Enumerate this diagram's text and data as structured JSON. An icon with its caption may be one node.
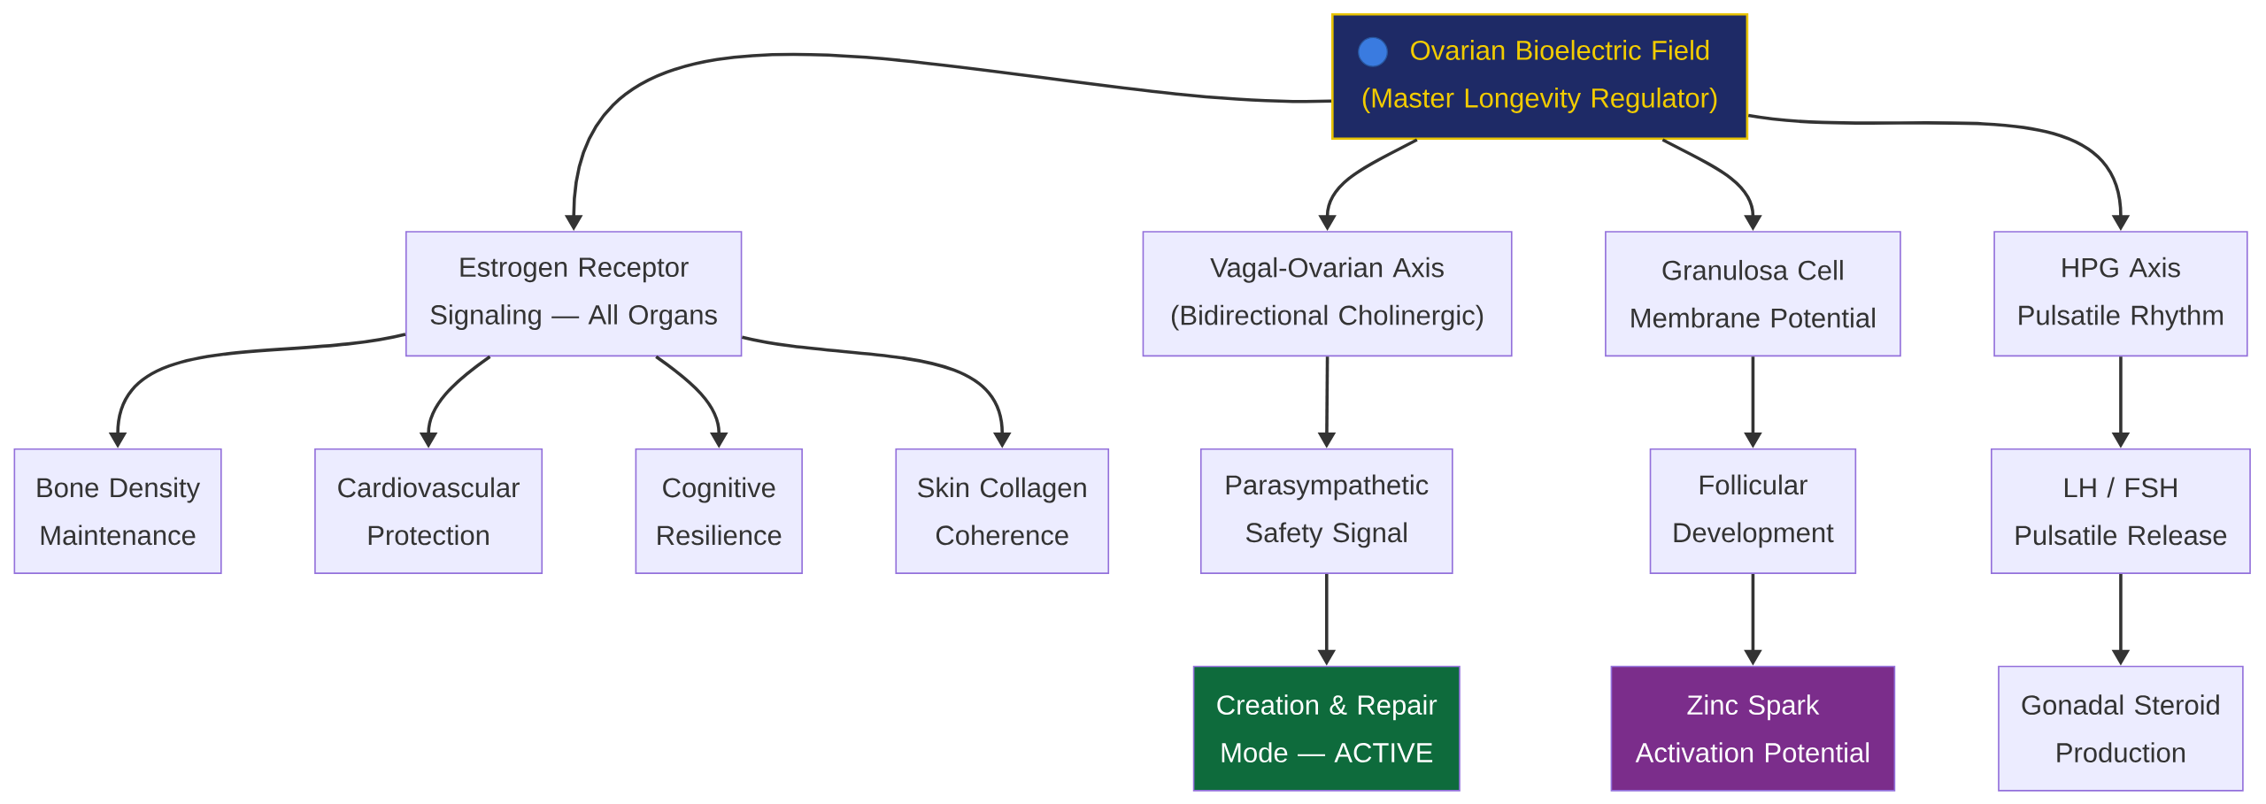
{
  "diagram": {
    "nodes": [
      {
        "text": [
          "Ovarian Bioelectric Field (Master Longevity Regulator)"
        ]
      },
      {
        "text": [
          "Estrogen Receptor Signaling — All Organs"
        ]
      },
      {
        "text": [
          "Vagal-Ovarian Axis (Bidirectional Cholinergic)"
        ]
      },
      {
        "text": [
          "Granulosa Cell Membrane Potential"
        ]
      },
      {
        "text": [
          "HPG Axis Pulsatile Rhythm"
        ]
      },
      {
        "text": [
          "Bone Density Maintenance"
        ]
      },
      {
        "text": [
          "Cardiovascular Protection"
        ]
      },
      {
        "text": [
          "Cognitive Resilience"
        ]
      },
      {
        "text": [
          "Skin Collagen Coherence"
        ]
      },
      {
        "text": [
          "Parasympathetic Safety Signal"
        ]
      },
      {
        "text": [
          "Follicular Development"
        ]
      },
      {
        "text": [
          "LH / FSH Pulsatile Release"
        ]
      },
      {
        "text": [
          "Creation & Repair Mode — ACTIVE"
        ]
      },
      {
        "text": [
          "Zinc Spark Activation Potential"
        ]
      },
      {
        "text": [
          "Gonadal Steroid Production"
        ]
      }
    ],
    "edges": [
      {
        "from": 0,
        "to": 1,
        "arrow": "to"
      },
      {
        "from": 0,
        "to": 2,
        "arrow": "to"
      },
      {
        "from": 0,
        "to": 3,
        "arrow": "to"
      },
      {
        "from": 0,
        "to": 4,
        "arrow": "to"
      },
      {
        "from": 1,
        "to": 5,
        "arrow": "to"
      },
      {
        "from": 1,
        "to": 6,
        "arrow": "to"
      },
      {
        "from": 1,
        "to": 7,
        "arrow": "to"
      },
      {
        "from": 1,
        "to": 8,
        "arrow": "to"
      },
      {
        "from": 2,
        "to": 9,
        "arrow": "to"
      },
      {
        "from": 3,
        "to": 10,
        "arrow": "to"
      },
      {
        "from": 4,
        "to": 11,
        "arrow": "to"
      },
      {
        "from": 9,
        "to": 12,
        "arrow": "to"
      },
      {
        "from": 10,
        "to": 13,
        "arrow": "to"
      },
      {
        "from": 11,
        "to": 14,
        "arrow": "to"
      }
    ]
  }
}
